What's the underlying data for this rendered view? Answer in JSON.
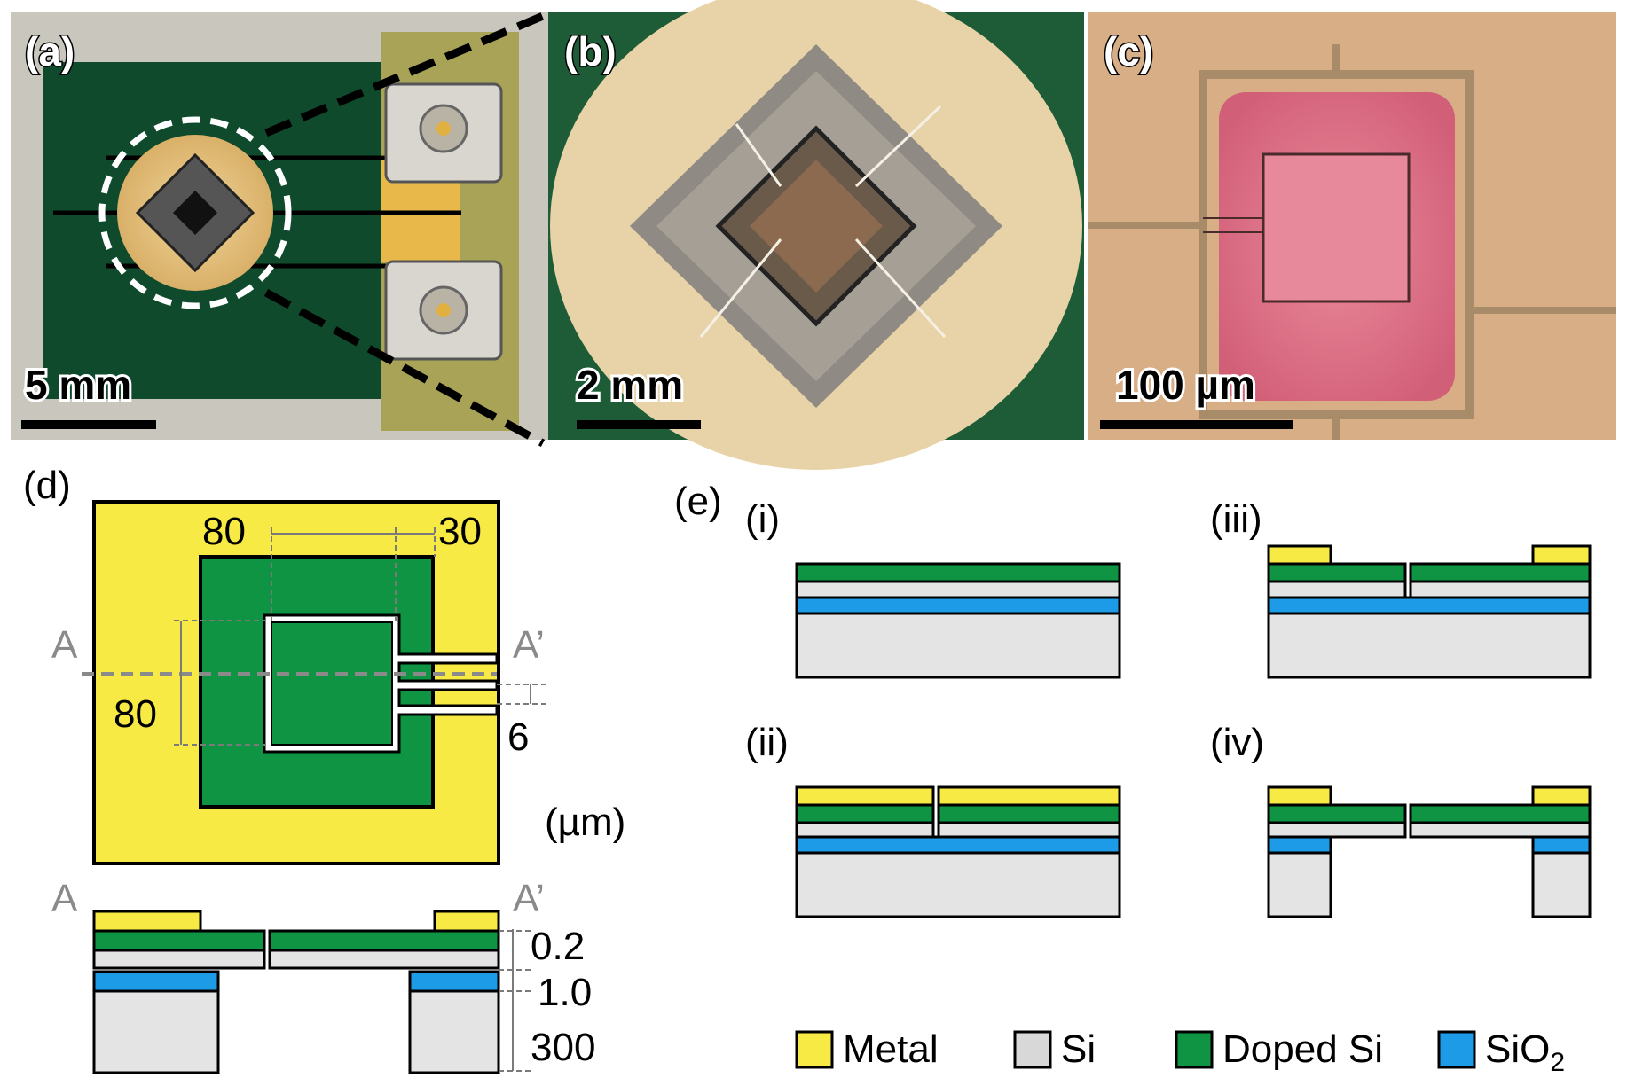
{
  "photos": {
    "a": {
      "label": "(a)",
      "scale": "5 mm"
    },
    "b": {
      "label": "(b)",
      "scale": "2 mm"
    },
    "c": {
      "label": "(c)",
      "scale": "100 µm"
    }
  },
  "panel_d": {
    "label": "(d)",
    "dim_outer_width": "80",
    "dim_gap": "30",
    "dim_height": "80",
    "dim_slit": "6",
    "unit": "(µm)",
    "section_left": "A",
    "section_right": "A’",
    "thickness_top": "0.2",
    "thickness_mid": "1.0",
    "thickness_bottom": "300"
  },
  "panel_e": {
    "label": "(e)",
    "steps": [
      "(i)",
      "(ii)",
      "(iii)",
      "(iv)"
    ]
  },
  "legend": [
    {
      "name": "Metal",
      "color": "#f7ea45"
    },
    {
      "name": "Si",
      "color": "#d8d8d8"
    },
    {
      "name": "Doped Si",
      "color": "#0f9444"
    },
    {
      "name": "SiO",
      "sub": "2",
      "color": "#1e9be6"
    }
  ],
  "colors": {
    "metal": "#f7ea45",
    "si": "#e4e4e4",
    "doped_si": "#0f9444",
    "sio2": "#1e9be6",
    "pcb_green": "#0f4a2c",
    "gold": "#e3b54a"
  }
}
